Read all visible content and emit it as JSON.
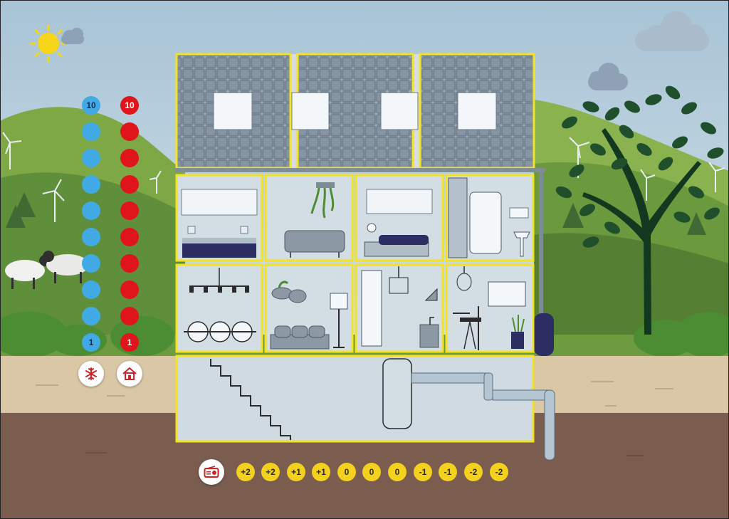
{
  "cold_scale": {
    "top_label": "10",
    "bottom_label": "1",
    "dot_color": "#41a9e4",
    "button_icon": "snowflake-icon"
  },
  "heat_scale": {
    "top_label": "10",
    "bottom_label": "1",
    "dot_color": "#e0141b",
    "button_icon": "house-icon"
  },
  "energy_bar": {
    "button_icon": "radio-icon",
    "chip_color": "#f3d11c",
    "values": [
      "+2",
      "+2",
      "+1",
      "+1",
      "0",
      "0",
      "0",
      "-1",
      "-1",
      "-2",
      "-2"
    ]
  },
  "house": {
    "frame_color": "#f3e322",
    "solar_panels": 3,
    "rooms": [
      "bedroom",
      "bathroom",
      "bedroom",
      "shower-room",
      "dining-room",
      "living-room",
      "kitchen",
      "study",
      "basement"
    ]
  }
}
